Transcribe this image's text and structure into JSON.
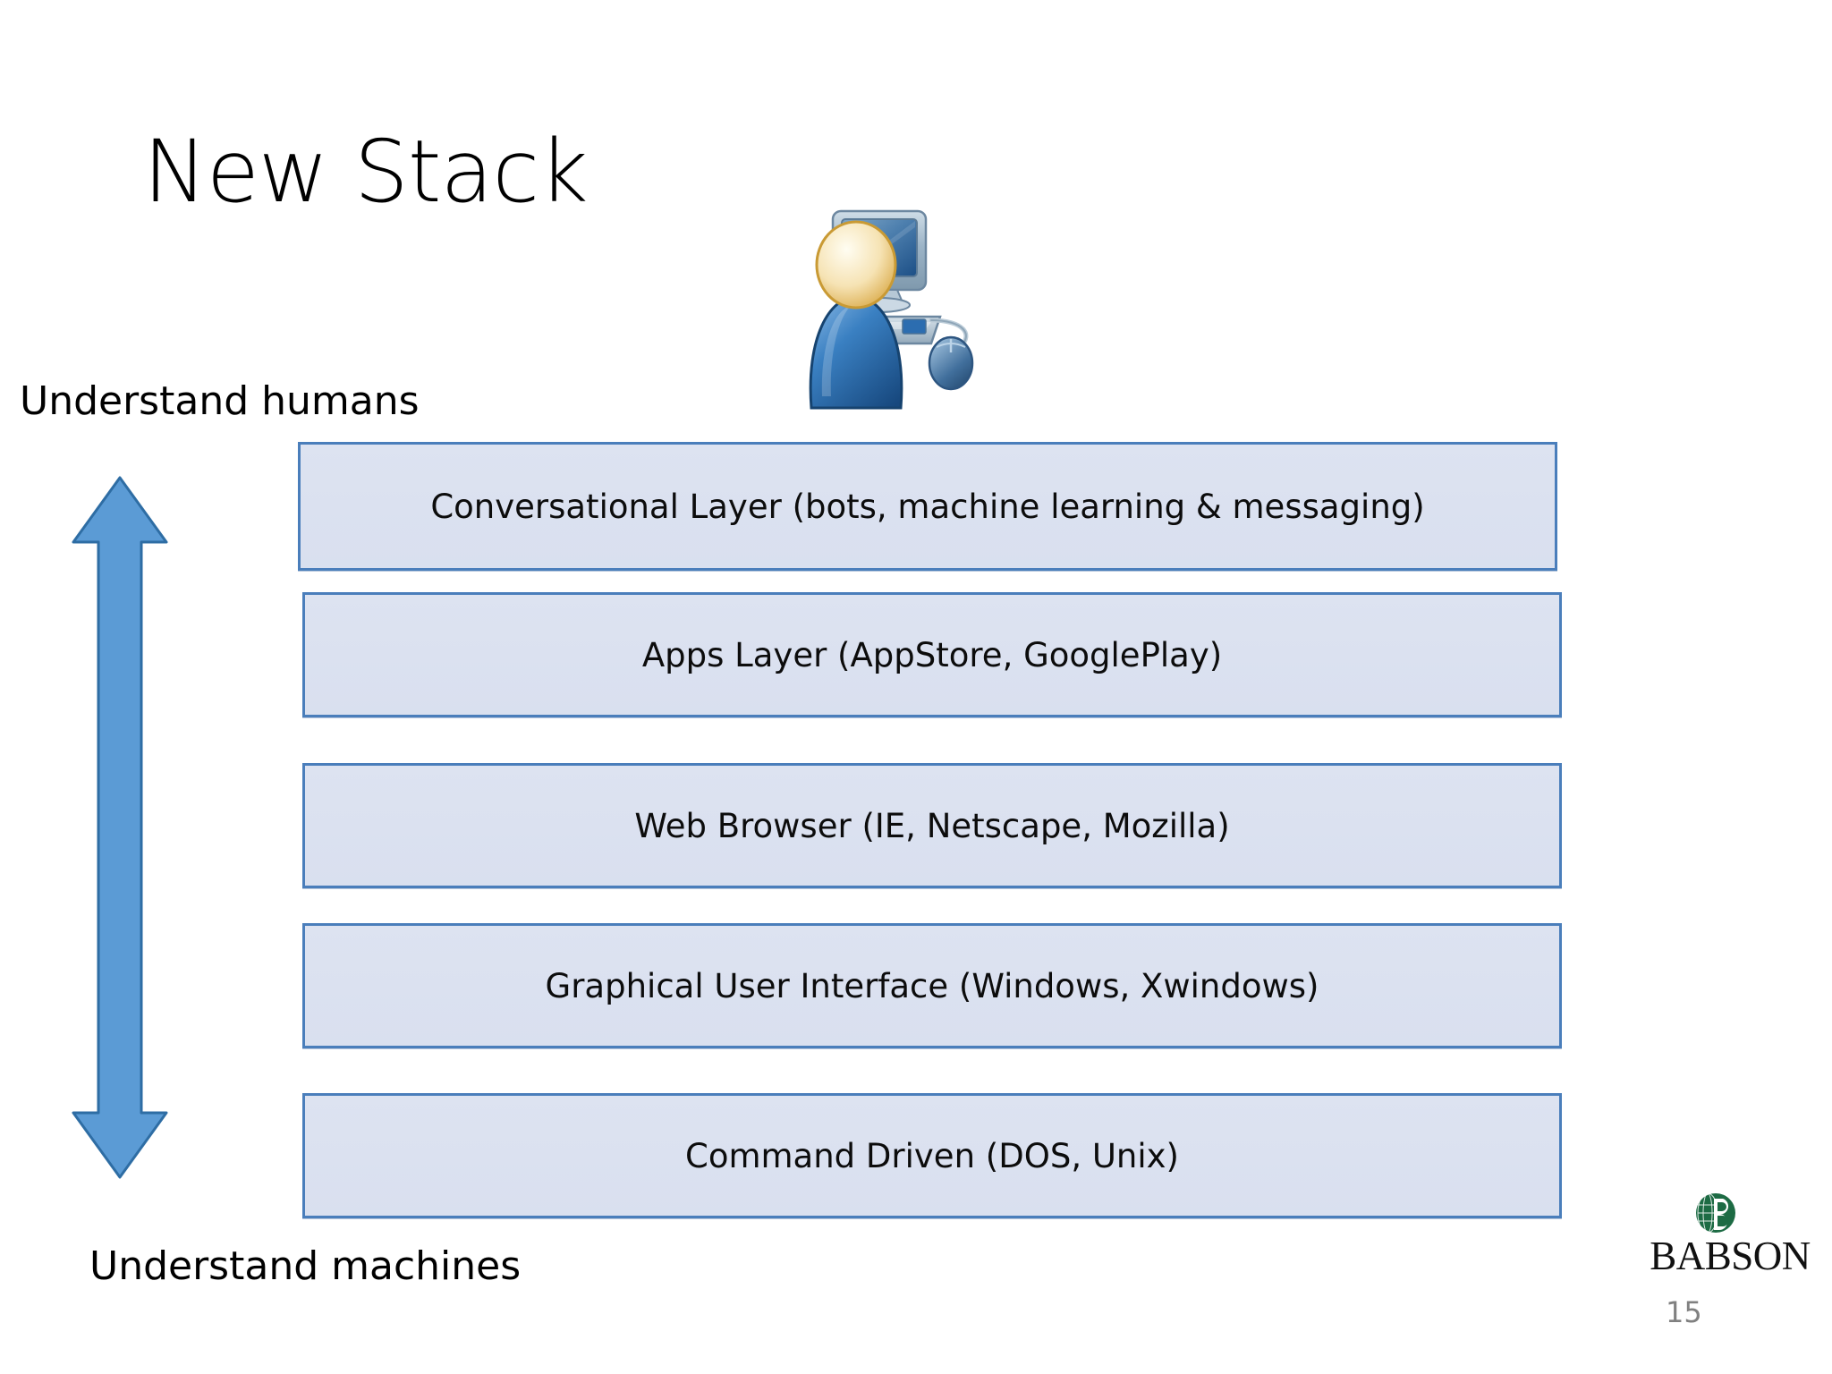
{
  "slide": {
    "title": "New Stack",
    "page_number": "15",
    "background_color": "#ffffff"
  },
  "axis": {
    "top_label": "Understand humans",
    "bottom_label": "Understand machines",
    "arrow_icon": "double-headed-vertical-arrow-icon",
    "arrow_color": "#5b9bd5",
    "arrow_border_color": "#2e6da4"
  },
  "clipart": {
    "icon": "user-at-computer-icon",
    "person_body_color": "#2f6fae",
    "person_head_color": "#f3d89a",
    "monitor_screen_color": "#2b5e94",
    "monitor_case_color": "#9db6c9"
  },
  "stack": {
    "box_fill": "#dce3f1",
    "box_border": "#4a7ebb",
    "layers": [
      {
        "id": "conversational",
        "label": "Conversational Layer (bots, machine learning & messaging)"
      },
      {
        "id": "apps",
        "label": "Apps Layer (AppStore, GooglePlay)"
      },
      {
        "id": "browser",
        "label": "Web Browser (IE, Netscape, Mozilla)"
      },
      {
        "id": "gui",
        "label": "Graphical User Interface (Windows, Xwindows)"
      },
      {
        "id": "command",
        "label": "Command Driven (DOS, Unix)"
      }
    ]
  },
  "logo": {
    "wordmark": "BABSON",
    "mark_icon": "babson-globe-b-icon",
    "mark_color": "#1d6b44"
  }
}
